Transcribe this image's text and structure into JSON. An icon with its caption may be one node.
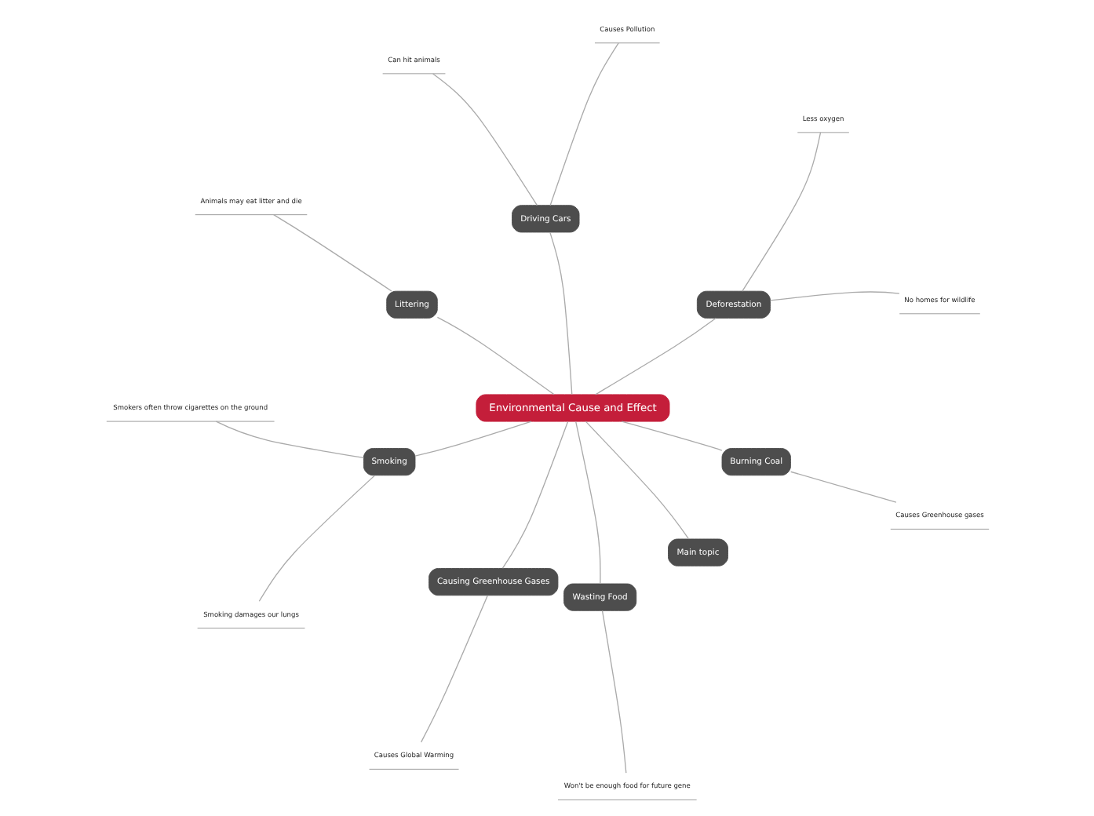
{
  "diagram": {
    "nodes": [
      {
        "text": [
          "Environmental Cause and Effect"
        ]
      },
      {
        "text": [
          "Deforestation"
        ]
      },
      {
        "text": [
          "No homes for wildlife"
        ]
      },
      {
        "text": [
          "Less oxygen"
        ]
      },
      {
        "text": [
          "Driving Cars"
        ]
      },
      {
        "text": [
          "Causes Pollution"
        ]
      },
      {
        "text": [
          "Can hit animals"
        ]
      },
      {
        "text": [
          "Littering"
        ]
      },
      {
        "text": [
          "Animals may eat litter and die"
        ]
      },
      {
        "text": [
          "Smoking"
        ]
      },
      {
        "text": [
          "Smokers often throw cigarettes on the ground"
        ]
      },
      {
        "text": [
          "Smoking damages our lungs"
        ]
      },
      {
        "text": [
          "Causing Greenhouse Gases"
        ]
      },
      {
        "text": [
          "Causes Global Warming"
        ]
      },
      {
        "text": [
          "Wasting Food"
        ]
      },
      {
        "text": [
          "Won't be enough food for future gene"
        ]
      },
      {
        "text": [
          "Main topic"
        ]
      },
      {
        "text": [
          "Burning Coal"
        ]
      },
      {
        "text": [
          "Causes Greenhouse gases"
        ]
      }
    ],
    "edges": [
      {
        "from": 0,
        "to": 1,
        "arrow": "none"
      },
      {
        "from": 1,
        "to": 2,
        "arrow": "none"
      },
      {
        "from": 1,
        "to": 3,
        "arrow": "none"
      },
      {
        "from": 0,
        "to": 4,
        "arrow": "none"
      },
      {
        "from": 4,
        "to": 5,
        "arrow": "none"
      },
      {
        "from": 4,
        "to": 6,
        "arrow": "none"
      },
      {
        "from": 0,
        "to": 7,
        "arrow": "none"
      },
      {
        "from": 7,
        "to": 8,
        "arrow": "none"
      },
      {
        "from": 0,
        "to": 9,
        "arrow": "none"
      },
      {
        "from": 9,
        "to": 10,
        "arrow": "none"
      },
      {
        "from": 9,
        "to": 11,
        "arrow": "none"
      },
      {
        "from": 0,
        "to": 12,
        "arrow": "none"
      },
      {
        "from": 12,
        "to": 13,
        "arrow": "none"
      },
      {
        "from": 0,
        "to": 14,
        "arrow": "none"
      },
      {
        "from": 14,
        "to": 15,
        "arrow": "none"
      },
      {
        "from": 0,
        "to": 16,
        "arrow": "none"
      },
      {
        "from": 0,
        "to": 17,
        "arrow": "none"
      },
      {
        "from": 17,
        "to": 18,
        "arrow": "none"
      }
    ]
  }
}
